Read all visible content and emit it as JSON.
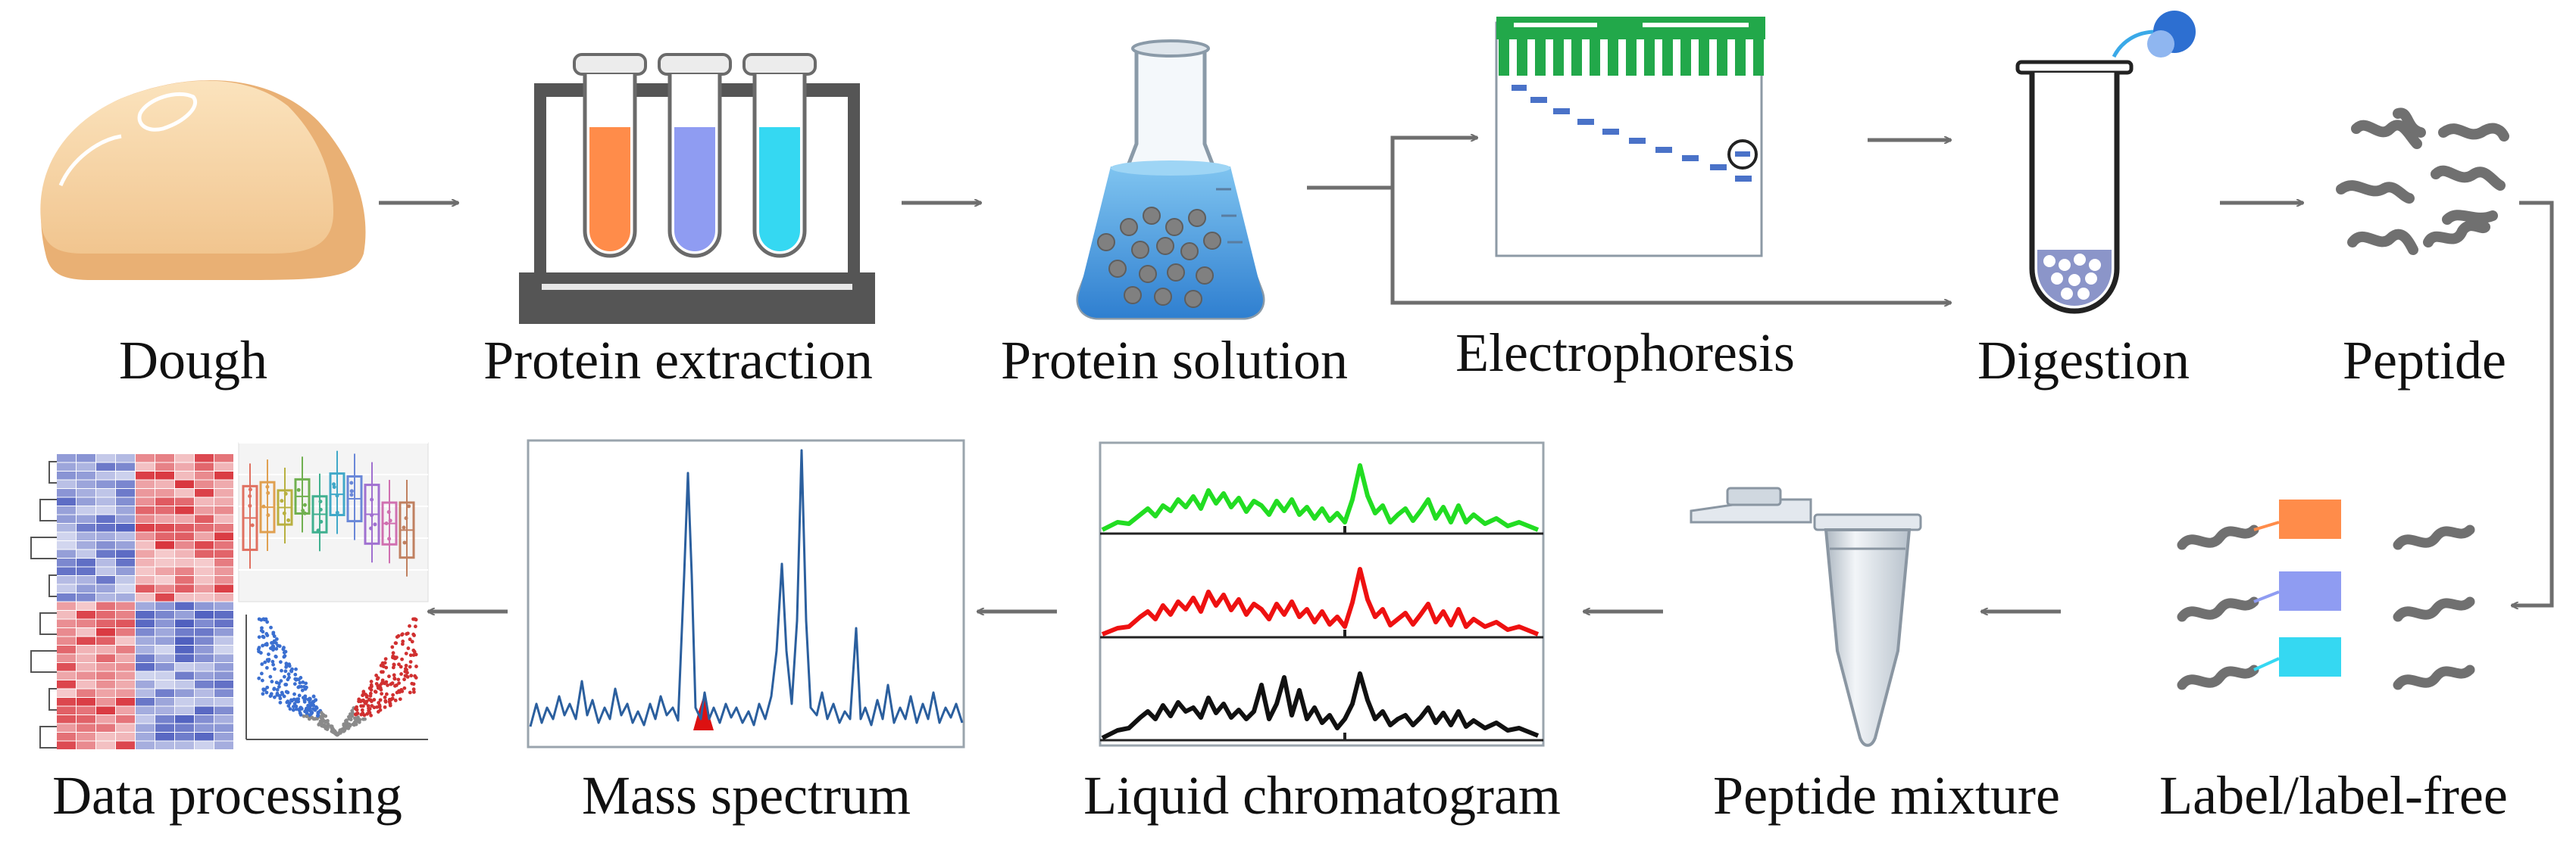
{
  "steps": {
    "dough": "Dough",
    "protein_extraction": "Protein extraction",
    "protein_solution": "Protein solution",
    "electrophoresis": "Electrophoresis",
    "digestion": "Digestion",
    "peptide": "Peptide",
    "label_free": "Label/label-free",
    "peptide_mixture": "Peptide mixture",
    "liquid_chromatogram": "Liquid chromatogram",
    "mass_spectrum": "Mass spectrum",
    "data_processing": "Data processing"
  },
  "colors": {
    "arrow": "#6e6e6e",
    "dough": "#f1c58f",
    "tube_orange": "#ff8c4a",
    "tube_purple": "#8f9cf2",
    "tube_cyan": "#35d8f2",
    "flask_liquid": "#3f8fd8",
    "gel_green": "#22a84a",
    "band_blue": "#4a72c8",
    "trace_green": "#22dd22",
    "trace_red": "#ee1111",
    "trace_black": "#111111",
    "spectrum_blue": "#2b5f9e",
    "peak_red": "#dd1111",
    "heat_red": "#d9363e",
    "heat_blue": "#4f5fbf"
  },
  "icons": {
    "dough": "dough-icon",
    "rack": "test-tube-rack-icon",
    "flask": "erlenmeyer-flask-icon",
    "gel": "gel-electrophoresis-icon",
    "digestion": "digestion-tube-icon",
    "peptides": "peptide-chains-icon",
    "labels": "labeled-peptides-icon",
    "eppendorf": "microcentrifuge-tube-icon",
    "chromatogram": "chromatogram-icon",
    "spectrum": "mass-spectrum-icon",
    "heatmap": "heatmap-icon",
    "boxplot": "boxplot-icon",
    "volcano": "volcano-plot-icon"
  }
}
